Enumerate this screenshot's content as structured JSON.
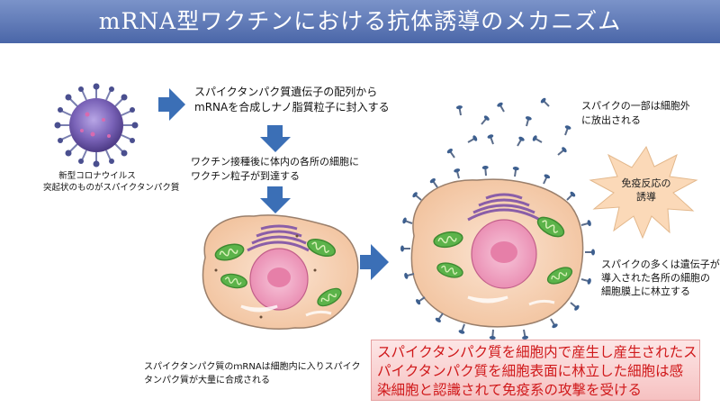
{
  "title": "mRNA型ワクチンにおける抗体誘導のメカニズム",
  "virus_caption": [
    "新型コロナウイルス",
    "突起状のものがスパイクタンパク質"
  ],
  "step1": [
    "スパイクタンパク質遺伝子の配列から",
    "mRNAを合成しナノ脂質粒子に封入する"
  ],
  "step2": [
    "ワクチン接種後に体内の各所の細胞に",
    "ワクチン粒子が到達する"
  ],
  "step3": [
    "スパイクタンパク質のｍRNAは細胞内に入りスパイク",
    "タンパク質が大量に合成される"
  ],
  "spike_release": [
    "スパイクの一部は細胞外",
    "に放出される"
  ],
  "immune": [
    "免疫反応の",
    "誘導"
  ],
  "spike_membrane": [
    "スパイクの多くは遺伝子が",
    "導入された各所の細胞の",
    "細胞膜上に林立する"
  ],
  "conclusion": [
    "スパイクタンパク質を細胞内で産生し産生されたス",
    "パイクタンパク質を細胞表面に林立した細胞は感",
    "染細胞と認識されて免疫系の攻撃を受ける"
  ],
  "colors": {
    "title_bg": "#4a66a8",
    "arrow": "#3b6fb6",
    "cell": "#f7d3b5",
    "nucleus": "#f2a6c4",
    "callout_text": "#d0191b",
    "star": "#fbd9b8"
  }
}
